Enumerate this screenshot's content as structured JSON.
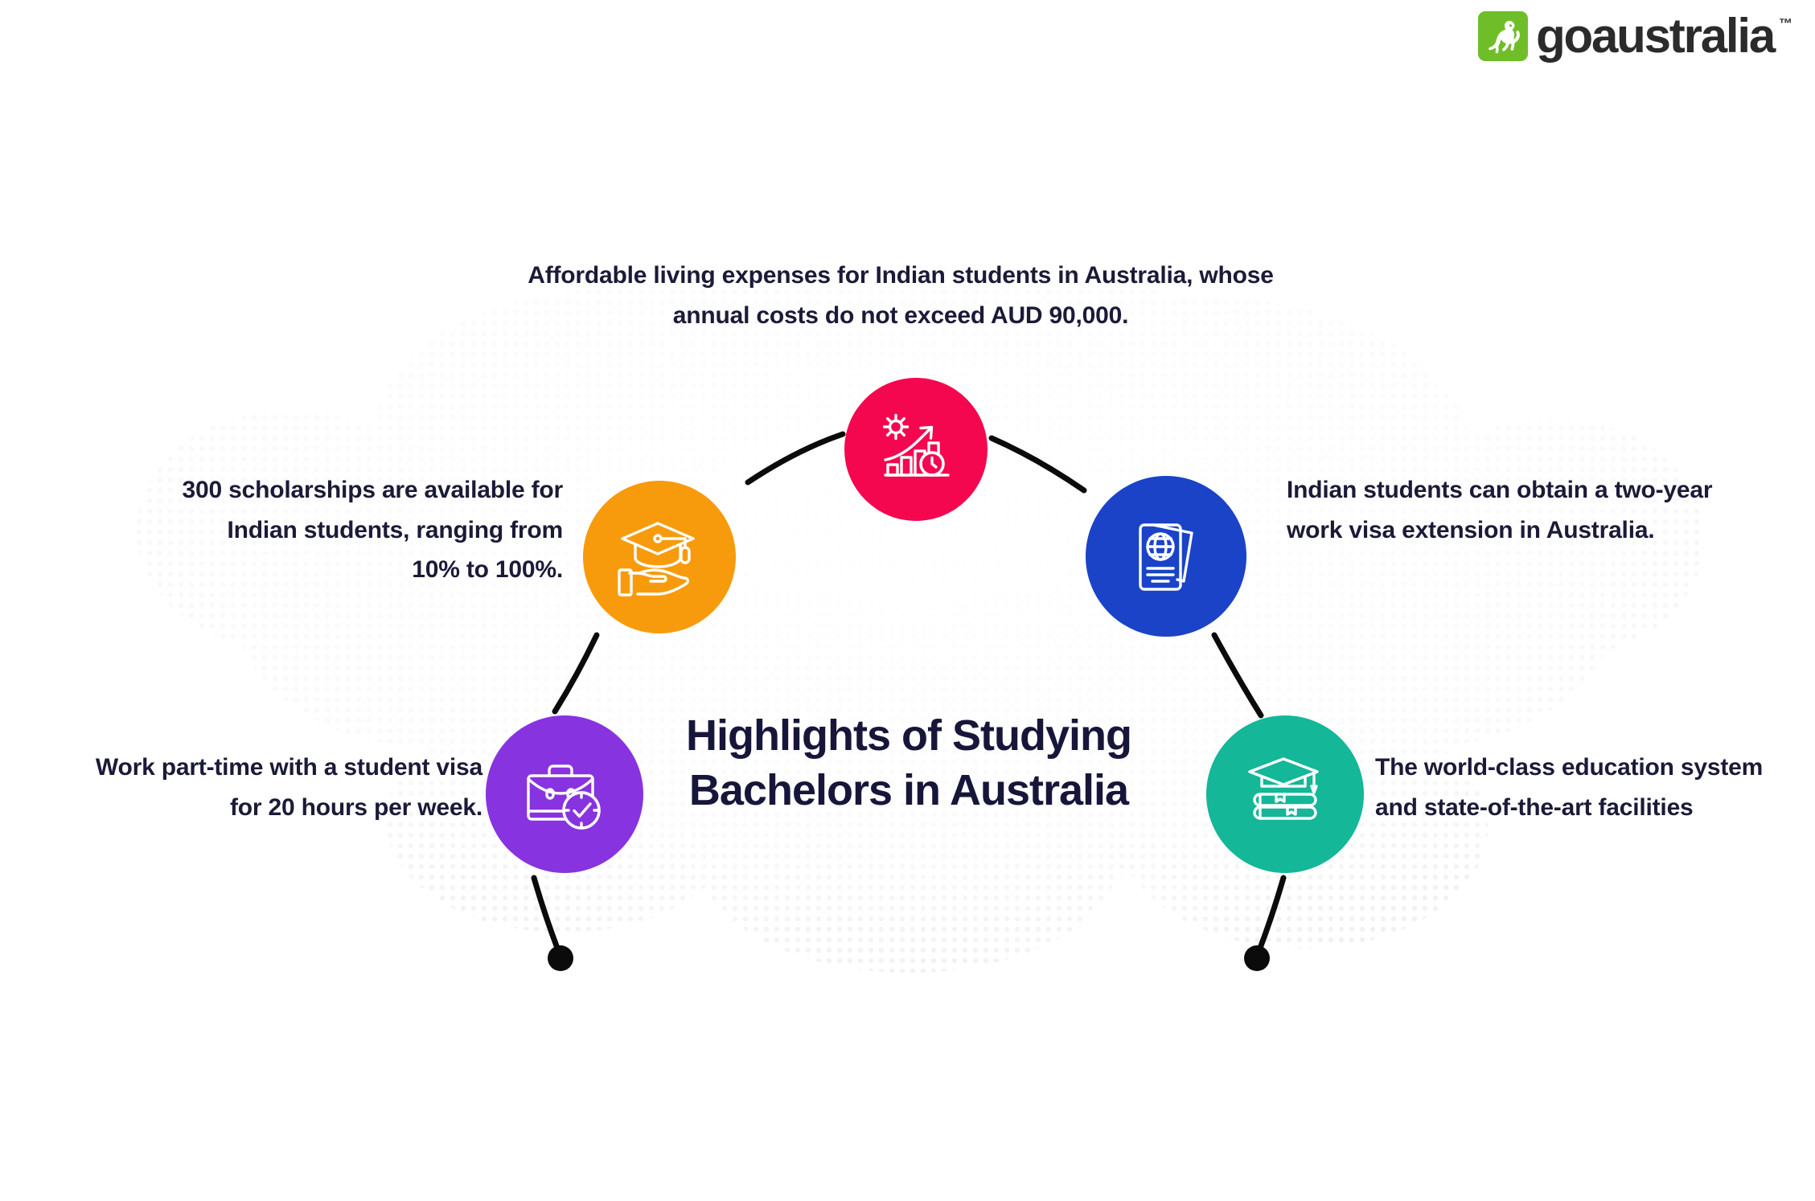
{
  "brand": {
    "logo_word": "goaustralia",
    "trademark": "™",
    "mark_icon": "kangaroo-icon",
    "mark_color": "#6FBE29",
    "word_color": "#2B2B2B"
  },
  "title": {
    "line1": "Highlights of Studying",
    "line2": "Bachelors in Australia",
    "color": "#17163A"
  },
  "text_color": "#1B1A38",
  "nodes": [
    {
      "key": "living_expenses",
      "icon": "growth-chart-icon",
      "color": "#F4074F",
      "caption_line1": "Affordable living expenses for Indian students in Australia, whose",
      "caption_line2": "annual costs do not exceed AUD 90,000.",
      "caption_align": "center"
    },
    {
      "key": "scholarship",
      "icon": "hand-graduation-cap-icon",
      "color": "#F79B0C",
      "caption_line1": "300 scholarships are available for",
      "caption_line2": "Indian students, ranging from",
      "caption_line3": "10% to 100%.",
      "caption_align": "right"
    },
    {
      "key": "work_visa",
      "icon": "passport-icon",
      "color": "#1A43C8",
      "caption_line1": "Indian students can obtain a two-year",
      "caption_line2": "work visa extension in Australia.",
      "caption_align": "left"
    },
    {
      "key": "part_time_work",
      "icon": "briefcase-clock-icon",
      "color": "#8733E0",
      "caption_line1": "Work part-time with a student visa",
      "caption_line2": "for 20 hours per week.",
      "caption_align": "right"
    },
    {
      "key": "education_system",
      "icon": "books-graduation-cap-icon",
      "color": "#14B798",
      "caption_line1": "The world-class education system",
      "caption_line2": "and state-of-the-art facilities",
      "caption_align": "left"
    }
  ],
  "background": {
    "style": "dotted-world-map",
    "dot_color": "#ECECEF",
    "page_color": "#FFFFFF"
  },
  "connectors": {
    "line_color": "#0B0B0B",
    "count": 6
  }
}
